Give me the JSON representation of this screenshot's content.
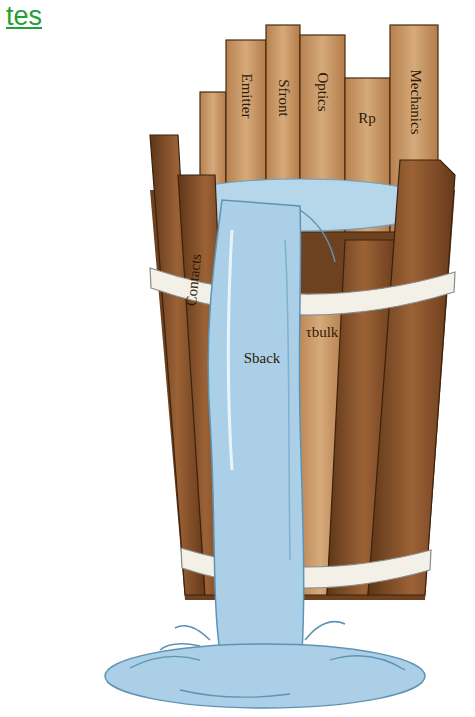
{
  "diagram": {
    "title": "tes",
    "labels": [
      "Contacts",
      "Emitter",
      "Sfront",
      "Optics",
      "Rp",
      "Mechanics",
      "τbulk",
      "Sback"
    ]
  }
}
